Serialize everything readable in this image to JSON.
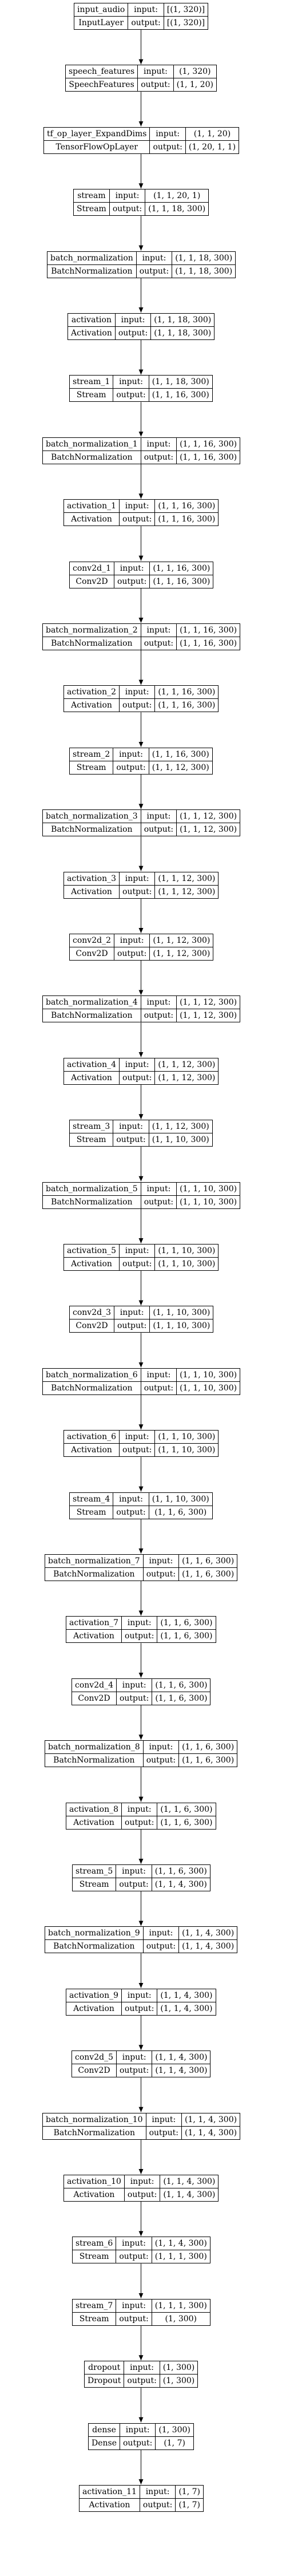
{
  "io_labels": {
    "input": "input:",
    "output": "output:"
  },
  "nodes": [
    {
      "name": "input_audio",
      "type": "InputLayer",
      "input": "[(1, 320)]",
      "output": "[(1, 320)]"
    },
    {
      "name": "speech_features",
      "type": "SpeechFeatures",
      "input": "(1, 320)",
      "output": "(1, 1, 20)"
    },
    {
      "name": "tf_op_layer_ExpandDims",
      "type": "TensorFlowOpLayer",
      "input": "(1, 1, 20)",
      "output": "(1, 20, 1, 1)"
    },
    {
      "name": "stream",
      "type": "Stream",
      "input": "(1, 1, 20, 1)",
      "output": "(1, 1, 18, 300)"
    },
    {
      "name": "batch_normalization",
      "type": "BatchNormalization",
      "input": "(1, 1, 18, 300)",
      "output": "(1, 1, 18, 300)"
    },
    {
      "name": "activation",
      "type": "Activation",
      "input": "(1, 1, 18, 300)",
      "output": "(1, 1, 18, 300)"
    },
    {
      "name": "stream_1",
      "type": "Stream",
      "input": "(1, 1, 18, 300)",
      "output": "(1, 1, 16, 300)"
    },
    {
      "name": "batch_normalization_1",
      "type": "BatchNormalization",
      "input": "(1, 1, 16, 300)",
      "output": "(1, 1, 16, 300)"
    },
    {
      "name": "activation_1",
      "type": "Activation",
      "input": "(1, 1, 16, 300)",
      "output": "(1, 1, 16, 300)"
    },
    {
      "name": "conv2d_1",
      "type": "Conv2D",
      "input": "(1, 1, 16, 300)",
      "output": "(1, 1, 16, 300)"
    },
    {
      "name": "batch_normalization_2",
      "type": "BatchNormalization",
      "input": "(1, 1, 16, 300)",
      "output": "(1, 1, 16, 300)"
    },
    {
      "name": "activation_2",
      "type": "Activation",
      "input": "(1, 1, 16, 300)",
      "output": "(1, 1, 16, 300)"
    },
    {
      "name": "stream_2",
      "type": "Stream",
      "input": "(1, 1, 16, 300)",
      "output": "(1, 1, 12, 300)"
    },
    {
      "name": "batch_normalization_3",
      "type": "BatchNormalization",
      "input": "(1, 1, 12, 300)",
      "output": "(1, 1, 12, 300)"
    },
    {
      "name": "activation_3",
      "type": "Activation",
      "input": "(1, 1, 12, 300)",
      "output": "(1, 1, 12, 300)"
    },
    {
      "name": "conv2d_2",
      "type": "Conv2D",
      "input": "(1, 1, 12, 300)",
      "output": "(1, 1, 12, 300)"
    },
    {
      "name": "batch_normalization_4",
      "type": "BatchNormalization",
      "input": "(1, 1, 12, 300)",
      "output": "(1, 1, 12, 300)"
    },
    {
      "name": "activation_4",
      "type": "Activation",
      "input": "(1, 1, 12, 300)",
      "output": "(1, 1, 12, 300)"
    },
    {
      "name": "stream_3",
      "type": "Stream",
      "input": "(1, 1, 12, 300)",
      "output": "(1, 1, 10, 300)"
    },
    {
      "name": "batch_normalization_5",
      "type": "BatchNormalization",
      "input": "(1, 1, 10, 300)",
      "output": "(1, 1, 10, 300)"
    },
    {
      "name": "activation_5",
      "type": "Activation",
      "input": "(1, 1, 10, 300)",
      "output": "(1, 1, 10, 300)"
    },
    {
      "name": "conv2d_3",
      "type": "Conv2D",
      "input": "(1, 1, 10, 300)",
      "output": "(1, 1, 10, 300)"
    },
    {
      "name": "batch_normalization_6",
      "type": "BatchNormalization",
      "input": "(1, 1, 10, 300)",
      "output": "(1, 1, 10, 300)"
    },
    {
      "name": "activation_6",
      "type": "Activation",
      "input": "(1, 1, 10, 300)",
      "output": "(1, 1, 10, 300)"
    },
    {
      "name": "stream_4",
      "type": "Stream",
      "input": "(1, 1, 10, 300)",
      "output": "(1, 1, 6, 300)"
    },
    {
      "name": "batch_normalization_7",
      "type": "BatchNormalization",
      "input": "(1, 1, 6, 300)",
      "output": "(1, 1, 6, 300)"
    },
    {
      "name": "activation_7",
      "type": "Activation",
      "input": "(1, 1, 6, 300)",
      "output": "(1, 1, 6, 300)"
    },
    {
      "name": "conv2d_4",
      "type": "Conv2D",
      "input": "(1, 1, 6, 300)",
      "output": "(1, 1, 6, 300)"
    },
    {
      "name": "batch_normalization_8",
      "type": "BatchNormalization",
      "input": "(1, 1, 6, 300)",
      "output": "(1, 1, 6, 300)"
    },
    {
      "name": "activation_8",
      "type": "Activation",
      "input": "(1, 1, 6, 300)",
      "output": "(1, 1, 6, 300)"
    },
    {
      "name": "stream_5",
      "type": "Stream",
      "input": "(1, 1, 6, 300)",
      "output": "(1, 1, 4, 300)"
    },
    {
      "name": "batch_normalization_9",
      "type": "BatchNormalization",
      "input": "(1, 1, 4, 300)",
      "output": "(1, 1, 4, 300)"
    },
    {
      "name": "activation_9",
      "type": "Activation",
      "input": "(1, 1, 4, 300)",
      "output": "(1, 1, 4, 300)"
    },
    {
      "name": "conv2d_5",
      "type": "Conv2D",
      "input": "(1, 1, 4, 300)",
      "output": "(1, 1, 4, 300)"
    },
    {
      "name": "batch_normalization_10",
      "type": "BatchNormalization",
      "input": "(1, 1, 4, 300)",
      "output": "(1, 1, 4, 300)"
    },
    {
      "name": "activation_10",
      "type": "Activation",
      "input": "(1, 1, 4, 300)",
      "output": "(1, 1, 4, 300)"
    },
    {
      "name": "stream_6",
      "type": "Stream",
      "input": "(1, 1, 4, 300)",
      "output": "(1, 1, 1, 300)"
    },
    {
      "name": "stream_7",
      "type": "Stream",
      "input": "(1, 1, 1, 300)",
      "output": "(1, 300)"
    },
    {
      "name": "dropout",
      "type": "Dropout",
      "input": "(1, 300)",
      "output": "(1, 300)"
    },
    {
      "name": "dense",
      "type": "Dense",
      "input": "(1, 300)",
      "output": "(1, 7)"
    },
    {
      "name": "activation_11",
      "type": "Activation",
      "input": "(1, 7)",
      "output": "(1, 7)"
    }
  ]
}
